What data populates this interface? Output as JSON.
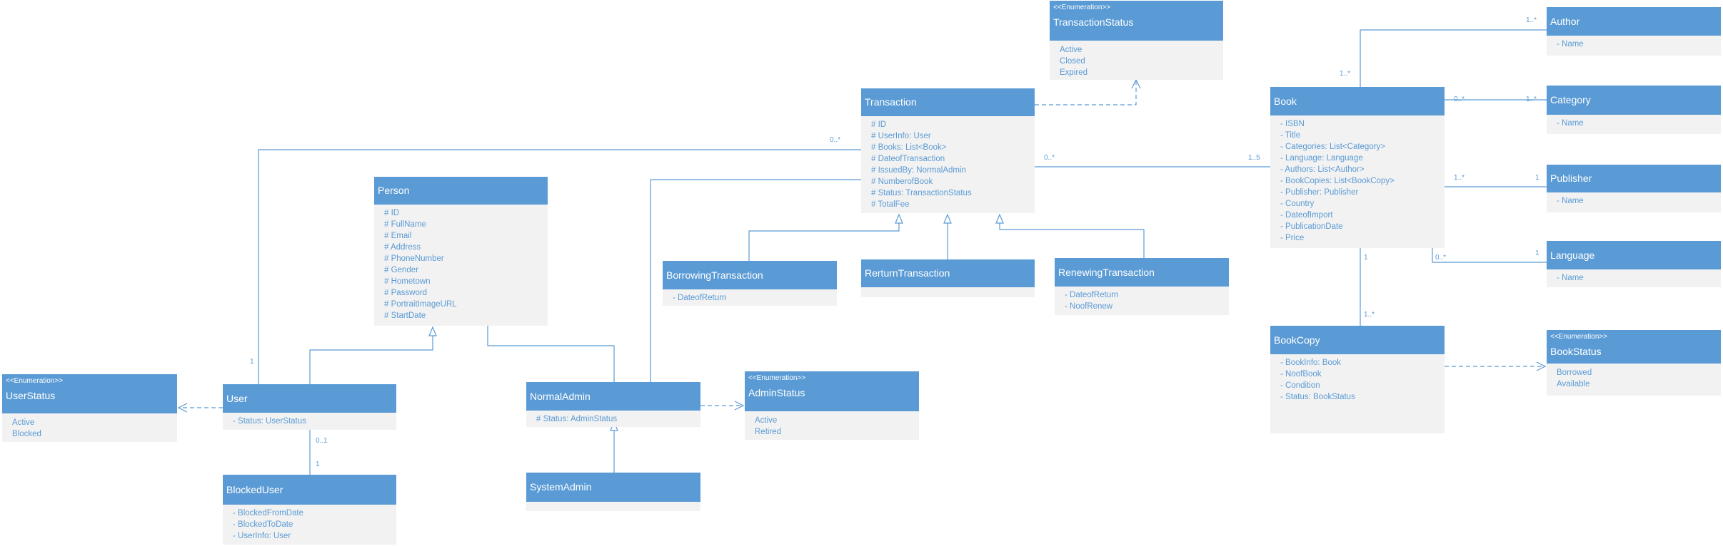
{
  "classes": {
    "transaction_status": {
      "stereotype": "<<Enumeration>>",
      "name": "TransactionStatus",
      "members": [
        "Active",
        "Closed",
        "Expired"
      ]
    },
    "author": {
      "name": "Author",
      "members": [
        "- Name"
      ]
    },
    "transaction": {
      "name": "Transaction",
      "members": [
        "# ID",
        "# UserInfo: User",
        "# Books: List<Book>",
        "# DateofTransaction",
        "# IssuedBy: NormalAdmin",
        "# NumberofBook",
        "# Status: TransactionStatus",
        "# TotalFee"
      ]
    },
    "book": {
      "name": "Book",
      "members": [
        "- ISBN",
        "- Title",
        "- Categories: List<Category>",
        "- Language: Language",
        "- Authors: List<Author>",
        "- BookCopies: List<BookCopy>",
        "- Publisher: Publisher",
        "- Country",
        "- DateofImport",
        "- PublicationDate",
        "- Price"
      ]
    },
    "category": {
      "name": "Category",
      "members": [
        "- Name"
      ]
    },
    "person": {
      "name": "Person",
      "members": [
        "# ID",
        "# FullName",
        "# Email",
        "# Address",
        "# PhoneNumber",
        "# Gender",
        "# Hometown",
        "# Password",
        "# PortraitImageURL",
        "# StartDate"
      ]
    },
    "publisher": {
      "name": "Publisher",
      "members": [
        "- Name"
      ]
    },
    "borrowing_transaction": {
      "name": "BorrowingTransaction",
      "members": [
        "- DateofReturn"
      ]
    },
    "return_transaction": {
      "name": "RerturnTransaction",
      "members": []
    },
    "renewing_transaction": {
      "name": "RenewingTransaction",
      "members": [
        "- DateofReturn",
        "- NoofRenew"
      ]
    },
    "language": {
      "name": "Language",
      "members": [
        "- Name"
      ]
    },
    "book_copy": {
      "name": "BookCopy",
      "members": [
        "- BookInfo: Book",
        "- NoofBook",
        "- Condition",
        "- Status: BookStatus"
      ]
    },
    "book_status": {
      "stereotype": "<<Enumeration>>",
      "name": "BookStatus",
      "members": [
        "Borrowed",
        "Available"
      ]
    },
    "user_status": {
      "stereotype": "<<Enumeration>>",
      "name": "UserStatus",
      "members": [
        "Active",
        "Blocked"
      ]
    },
    "user": {
      "name": "User",
      "members": [
        "- Status: UserStatus"
      ]
    },
    "normal_admin": {
      "name": "NormalAdmin",
      "members": [
        "# Status: AdminStatus"
      ]
    },
    "admin_status": {
      "stereotype": "<<Enumeration>>",
      "name": "AdminStatus",
      "members": [
        "Active",
        "Retired"
      ]
    },
    "blocked_user": {
      "name": "BlockedUser",
      "members": [
        "- BlockedFromDate",
        "- BlockedToDate",
        "- UserInfo: User"
      ]
    },
    "system_admin": {
      "name": "SystemAdmin",
      "members": []
    }
  },
  "multiplicities": {
    "author_end": "1..*",
    "book_author_end": "1..*",
    "book_category_end": "0..*",
    "category_end": "1..*",
    "user_transaction_end": "0..*",
    "transaction_book_end": "0..*",
    "book_transaction_end": "1..5",
    "book_publisher_end": "1..*",
    "publisher_end": "1",
    "book_language_end": "0..*",
    "language_end": "1",
    "book_bookcopy_end": "1",
    "bookcopy_end": "1..*",
    "user_transaction_user_end": "1",
    "user_blocked_end": "0..1",
    "blocked_user_end": "1"
  },
  "colors": {
    "header": "#5b9bd5",
    "body": "#f2f2f2",
    "line": "#5b9bd5",
    "text": "#5b9bd5"
  }
}
